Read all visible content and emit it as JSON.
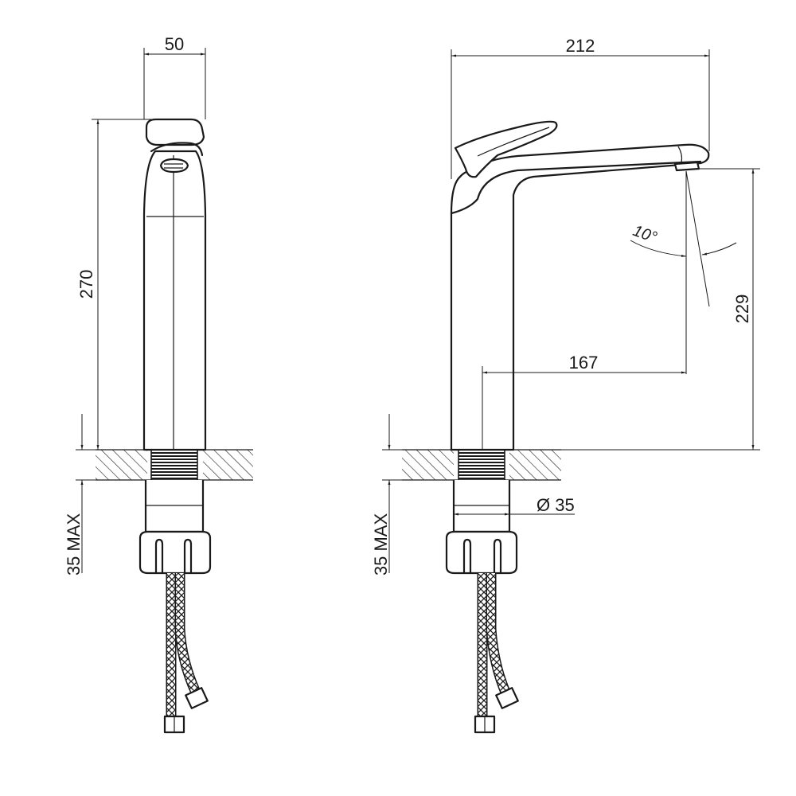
{
  "front_view": {
    "width_label": "50",
    "height_label": "270",
    "mount_label": "35 MAX"
  },
  "side_view": {
    "length_label": "212",
    "reach_label": "167",
    "spout_height_label": "229",
    "angle_label": "10°",
    "diameter_label": "Ø 35",
    "mount_label": "35 MAX"
  },
  "colors": {
    "line": "#1a1a1a",
    "background": "#ffffff"
  }
}
